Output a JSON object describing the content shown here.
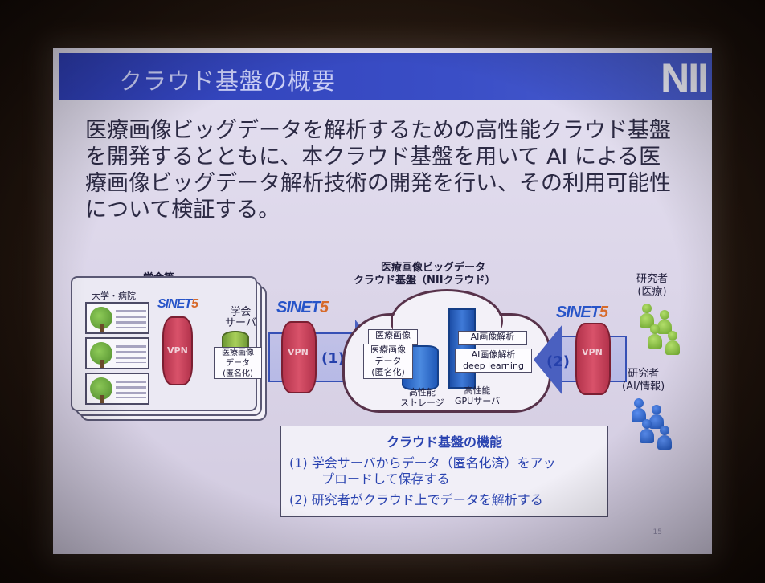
{
  "slide": {
    "title": "クラウド基盤の概要",
    "logo": "NII",
    "intro_lines": [
      "医療画像ビッグデータを解析するための高性能クラウド基盤",
      "を開発するとともに、本クラウド基盤を用いて AI による医",
      "療画像ビッグデータ解析技術の開発を行い、その利用可能性",
      "について検証する。"
    ],
    "page_number": "15"
  },
  "diagram": {
    "society_label": "学会等",
    "university_label": "大学・病院",
    "society_server_label": "学会\nサーバ",
    "left_data_box": [
      "医療画像",
      "データ",
      "(匿名化)"
    ],
    "sinet_logo": "SINET",
    "sinet_five": "5",
    "vpn_label": "VPN",
    "arrow1_label": "(1)",
    "arrow2_label": "(2)",
    "cloud_title_line1": "医療画像ビッグデータ",
    "cloud_title_line2": "クラウド基盤（NIIクラウド）",
    "cloud_data_box_back": "医療画像",
    "cloud_data_box_front": [
      "医療画像",
      "データ",
      "(匿名化)"
    ],
    "ai_box_1": "AI画像解析",
    "ai_box_2": [
      "AI画像解析",
      "deep learning"
    ],
    "storage_label": [
      "高性能",
      "ストレージ"
    ],
    "gpu_label": [
      "高性能",
      "GPUサーバ"
    ],
    "researcher_medical": [
      "研究者",
      "(医療)"
    ],
    "researcher_ai": [
      "研究者",
      "(AI/情報)"
    ]
  },
  "functions": {
    "title": "クラウド基盤の機能",
    "item1_line1": "(1) 学会サーバからデータ（匿名化済）をアッ",
    "item1_line2": "プロードして保存する",
    "item2": "(2) 研究者がクラウド上でデータを解析する"
  }
}
